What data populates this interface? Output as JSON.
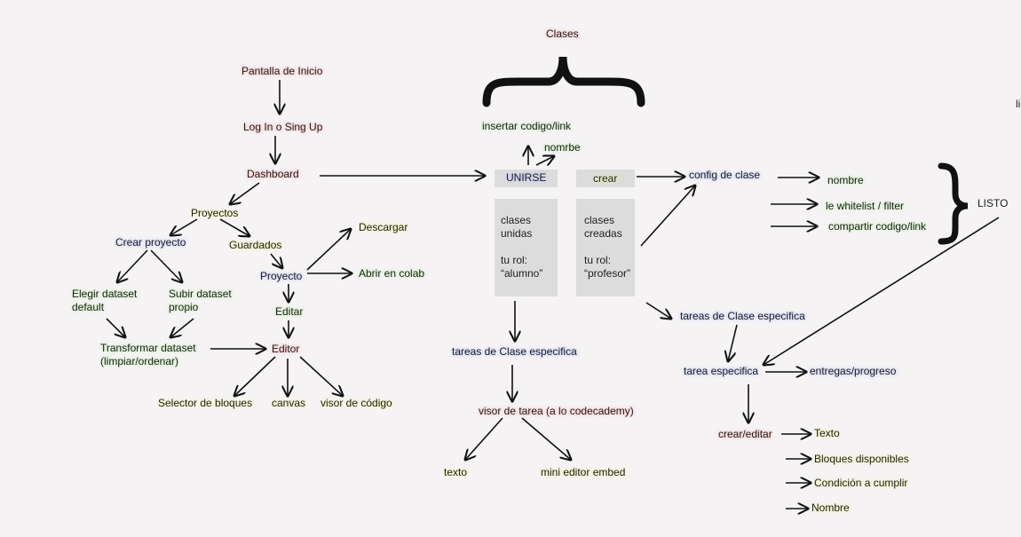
{
  "top": {
    "classes_title": "Clases",
    "side_cut": "li"
  },
  "left_flow": {
    "home": "Pantalla de Inicio",
    "login": "Log In o Sing Up",
    "dashboard": "Dashboard",
    "projects": "Proyectos",
    "create_project": "Crear proyecto",
    "saved": "Guardados",
    "download": "Descargar",
    "project": "Proyecto",
    "open_colab": "Abrir en colab",
    "choose_dataset": "Elegir dataset\ndefault",
    "upload_dataset": "Subir dataset\npropio",
    "edit": "Editar",
    "transform_dataset": "Transformar dataset\n(limpiar/ordenar)",
    "editor": "Editor",
    "block_selector": "Selector de bloques",
    "canvas": "canvas",
    "code_viewer": "visor de código"
  },
  "classes_flow": {
    "insert_code": "insertar codigo/link",
    "name_typo": "nomrbe",
    "join": "UNIRSE",
    "create": "crear",
    "joined_box": "clases\nunidas\n\ntu rol:\n“alumno”",
    "created_box": "clases\ncreadas\n\ntu rol:\n“profesor”",
    "student_tasks": "tareas de Clase especifica",
    "task_viewer": "visor de tarea (a lo codecademy)",
    "text": "texto",
    "mini_editor": "mini editor embed"
  },
  "teacher_flow": {
    "class_config": "config de clase",
    "name": "nombre",
    "whitelist": "le whitelist / filter",
    "share": "compartir codigo/link",
    "done": "LISTO",
    "class_tasks": "tareas de Clase especifica",
    "specific_task": "tarea especifica",
    "submissions": "entregas/progreso",
    "create_edit": "crear/editar",
    "opt_text": "Texto",
    "opt_blocks": "Bloques disponibles",
    "opt_condition": "Condición a cumplir",
    "opt_name": "Nombre"
  },
  "colors": {
    "red_glow": "#ffb3b3",
    "green_glow": "#bff0b0",
    "blue_glow": "#b9c2ff",
    "yellow_glow": "#eef5a0",
    "box_gray": "#dcdcdc",
    "line": "#111111"
  }
}
